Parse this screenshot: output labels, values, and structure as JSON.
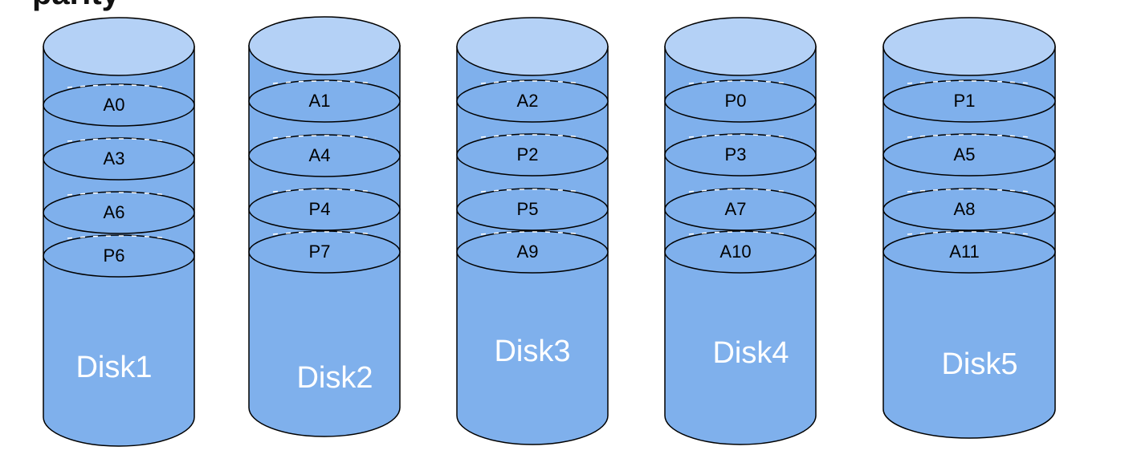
{
  "diagram": {
    "title_fragment": "parity",
    "colors": {
      "body": "#7fb0ec",
      "top": "#b4d1f6",
      "stroke": "#000000",
      "label": "#ffffff",
      "text": "#000000"
    },
    "disks": [
      {
        "label": "Disk1",
        "blocks": [
          "A0",
          "A3",
          "A6",
          "P6"
        ]
      },
      {
        "label": "Disk2",
        "blocks": [
          "A1",
          "A4",
          "P4",
          "P7"
        ]
      },
      {
        "label": "Disk3",
        "blocks": [
          "A2",
          "P2",
          "P5",
          "A9"
        ]
      },
      {
        "label": "Disk4",
        "blocks": [
          "P0",
          "P3",
          "A7",
          "A10"
        ]
      },
      {
        "label": "Disk5",
        "blocks": [
          "P1",
          "A5",
          "A8",
          "A11"
        ]
      }
    ]
  }
}
